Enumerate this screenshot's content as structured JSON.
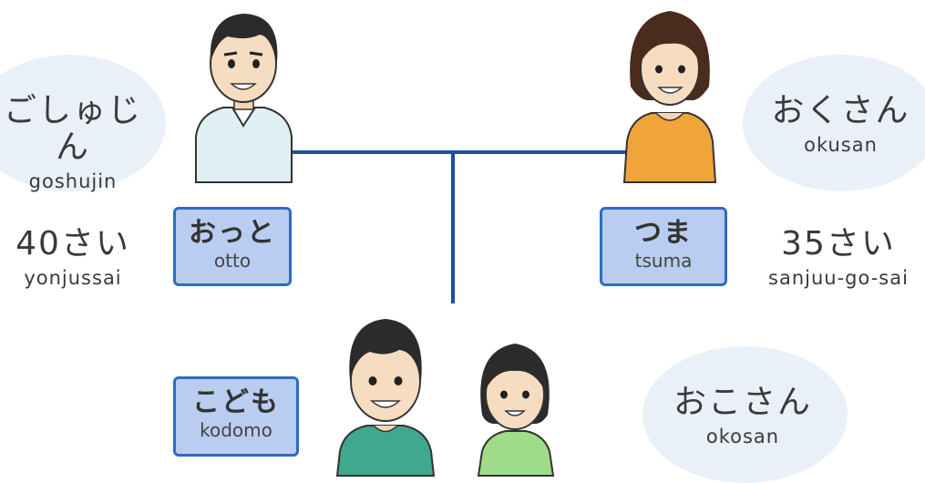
{
  "husband": {
    "honorific": {
      "japanese": "ごしゅじん",
      "romaji": "goshujin"
    },
    "label": {
      "japanese": "おっと",
      "romaji": "otto"
    },
    "age": {
      "japanese": "40さい",
      "romaji": "yonjussai"
    }
  },
  "wife": {
    "honorific": {
      "japanese": "おくさん",
      "romaji": "okusan"
    },
    "label": {
      "japanese": "つま",
      "romaji": "tsuma"
    },
    "age": {
      "japanese": "35さい",
      "romaji": "sanjuu-go-sai"
    }
  },
  "children": {
    "label": {
      "japanese": "こども",
      "romaji": "kodomo"
    },
    "honorific": {
      "japanese": "おこさん",
      "romaji": "okosan"
    }
  },
  "colors": {
    "line": "#1f4f9a",
    "label_fill": "#b9cdf0",
    "label_border": "#2e6cc2",
    "blob": "#e9f0f8",
    "husband_shirt": "#dff0f5",
    "wife_shirt": "#f0a43a",
    "son_shirt": "#3fa88e",
    "daughter_shirt": "#9fdc8a"
  }
}
